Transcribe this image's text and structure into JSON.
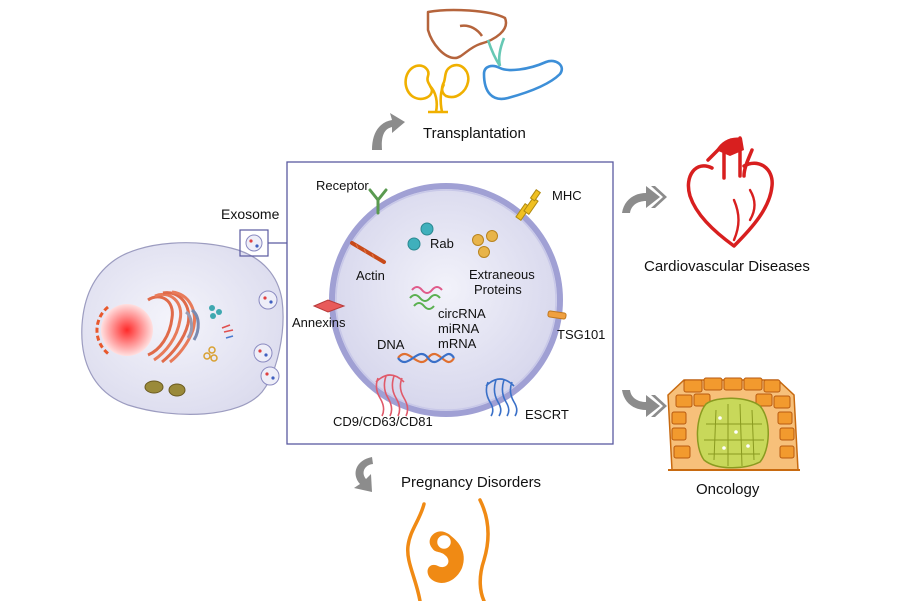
{
  "labels": {
    "exosome": "Exosome",
    "transplantation": "Transplantation",
    "cardiovascular": "Cardiovascular Diseases",
    "oncology": "Oncology",
    "pregnancy": "Pregnancy Disorders",
    "receptor": "Receptor",
    "mhc": "MHC",
    "rab": "Rab",
    "actin": "Actin",
    "extraneous_proteins_line1": "Extraneous",
    "extraneous_proteins_line2": "Proteins",
    "annexins": "Annexins",
    "circrna": "circRNA",
    "mirna": "miRNA",
    "mrna": "mRNA",
    "dna": "DNA",
    "tsg101": "TSG101",
    "cd_markers": "CD9/CD63/CD81",
    "escrt": "ESCRT"
  },
  "icons": {
    "transplantation": [
      "liver-icon",
      "kidneys-icon",
      "pancreas-icon"
    ],
    "cardiovascular": "heart-icon",
    "oncology": "tumor-tissue-icon",
    "pregnancy": "pregnant-body-icon"
  },
  "colors": {
    "frame": "#5a5aa0",
    "vesicle_fill": "#e4e4f2",
    "vesicle_border": "#9a9ad0",
    "arrow": "#8c8c8c",
    "heart": "#d81f1f",
    "liver": "#b5643c",
    "kidney": "#f0b000",
    "pancreas": "#3d8fd8",
    "pregnancy": "#f08a14",
    "tumor": "#f29a2e",
    "tumor_core": "#c8d85a"
  }
}
